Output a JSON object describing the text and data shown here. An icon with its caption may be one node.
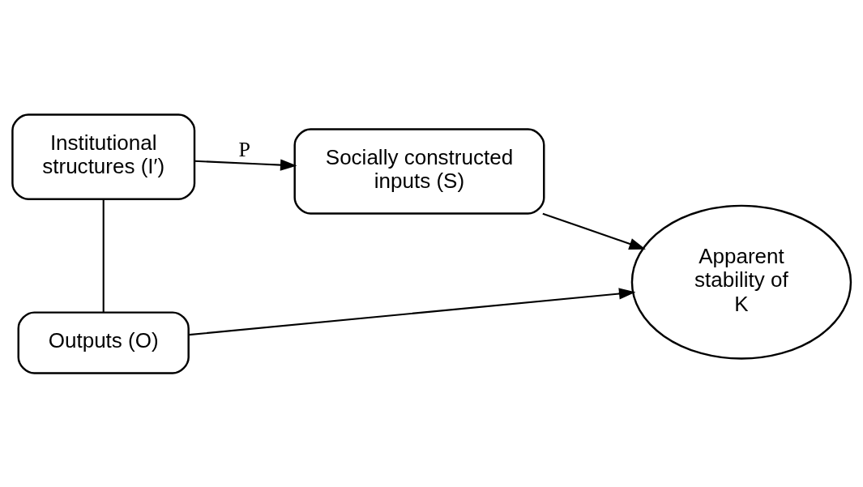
{
  "diagram": {
    "nodes": [
      {
        "text": [
          "Socially constructed inputs (S)"
        ]
      },
      {
        "text": [
          "Institutional structures (I′)"
        ]
      },
      {
        "text": [
          "Outputs (O)"
        ]
      },
      {
        "text": [
          "Apparent stability of K"
        ]
      }
    ],
    "edges": [
      {
        "from": 0,
        "to": 3,
        "arrow": "to"
      },
      {
        "from": 1,
        "to": 0,
        "arrow": "to",
        "label": "P"
      },
      {
        "from": 1,
        "to": 2,
        "arrow": "none"
      },
      {
        "from": 2,
        "to": 3,
        "arrow": "to"
      }
    ]
  }
}
